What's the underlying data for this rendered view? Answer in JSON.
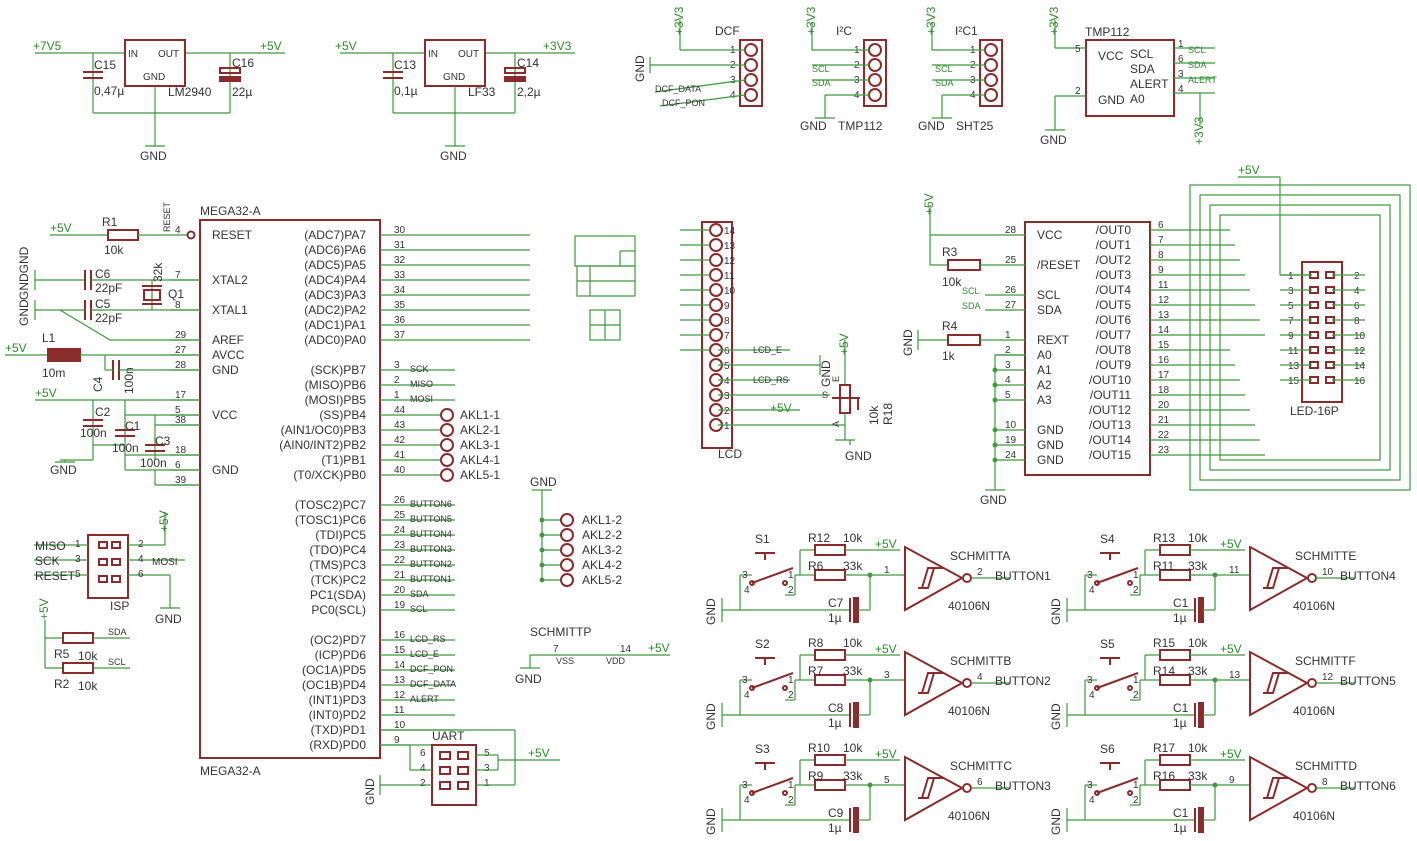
{
  "supply": {
    "p7v5": "+7V5",
    "p5v": "+5V",
    "p3v3": "+3V3",
    "gnd": "GND"
  },
  "regulators": [
    {
      "name": "LM2940",
      "in": "IN",
      "out": "OUT",
      "gnd": "GND",
      "cin": "C15",
      "cin_val": "0,47µ",
      "cout": "C16",
      "cout_val": "22µ"
    },
    {
      "name": "LF33",
      "in": "IN",
      "out": "OUT",
      "gnd": "GND",
      "cin": "C13",
      "cin_val": "0,1µ",
      "cout": "C14",
      "cout_val": "2,2µ"
    }
  ],
  "connectors": {
    "dcf": {
      "title": "DCF",
      "pins": [
        "1",
        "2",
        "3",
        "4"
      ],
      "sig1": "DCF_DATA",
      "sig2": "DCF_PON"
    },
    "i2c": {
      "title": "I²C",
      "label": "TMP112",
      "pins": [
        "1",
        "2",
        "3",
        "4"
      ],
      "scl": "SCL",
      "sda": "SDA"
    },
    "i2c1": {
      "title": "I²C1",
      "label": "SHT25",
      "pins": [
        "1",
        "2",
        "3",
        "4"
      ],
      "scl": "SCL",
      "sda": "SDA"
    }
  },
  "tmp112": {
    "title": "TMP112",
    "pins_left": [
      {
        "num": "5",
        "name": "VCC"
      },
      {
        "num": "2",
        "name": "GND"
      }
    ],
    "pins_right": [
      {
        "num": "1",
        "name": "SCL",
        "net": "SCL"
      },
      {
        "num": "6",
        "name": "SDA",
        "net": "SDA"
      },
      {
        "num": "3",
        "name": "ALERT",
        "net": "ALERT"
      },
      {
        "num": "4",
        "name": "A0",
        "net": ""
      }
    ]
  },
  "mcu": {
    "title": "MEGA32-A",
    "left_pins": [
      {
        "num": "4",
        "name": "RESET"
      },
      {
        "num": "7",
        "name": "XTAL2"
      },
      {
        "num": "8",
        "name": "XTAL1"
      },
      {
        "num": "29",
        "name": "AREF"
      },
      {
        "num": "27",
        "name": "AVCC"
      },
      {
        "num": "28",
        "name": "GND"
      },
      {
        "num": "17",
        "name": ""
      },
      {
        "num": "5",
        "name": "VCC"
      },
      {
        "num": "38",
        "name": ""
      },
      {
        "num": "18",
        "name": ""
      },
      {
        "num": "6",
        "name": "GND"
      },
      {
        "num": "39",
        "name": ""
      }
    ],
    "right_pins": [
      {
        "num": "30",
        "name": "(ADC7)PA7",
        "net": ""
      },
      {
        "num": "31",
        "name": "(ADC6)PA6",
        "net": ""
      },
      {
        "num": "32",
        "name": "(ADC5)PA5",
        "net": ""
      },
      {
        "num": "33",
        "name": "(ADC4)PA4",
        "net": ""
      },
      {
        "num": "34",
        "name": "(ADC3)PA3",
        "net": ""
      },
      {
        "num": "35",
        "name": "(ADC2)PA2",
        "net": ""
      },
      {
        "num": "36",
        "name": "(ADC1)PA1",
        "net": ""
      },
      {
        "num": "37",
        "name": "(ADC0)PA0",
        "net": ""
      },
      {
        "num": "3",
        "name": "(SCK)PB7",
        "net": "SCK"
      },
      {
        "num": "2",
        "name": "(MISO)PB6",
        "net": "MISO"
      },
      {
        "num": "1",
        "name": "(MOSI)PB5",
        "net": "MOSI"
      },
      {
        "num": "44",
        "name": "(SS)PB4",
        "net": ""
      },
      {
        "num": "43",
        "name": "(AIN1/OC0)PB3",
        "net": ""
      },
      {
        "num": "42",
        "name": "(AIN0/INT2)PB2",
        "net": ""
      },
      {
        "num": "41",
        "name": "(T1)PB1",
        "net": ""
      },
      {
        "num": "40",
        "name": "(T0/XCK)PB0",
        "net": ""
      },
      {
        "num": "26",
        "name": "(TOSC2)PC7",
        "net": "BUTTON6"
      },
      {
        "num": "25",
        "name": "(TOSC1)PC6",
        "net": "BUTTON5"
      },
      {
        "num": "24",
        "name": "(TDI)PC5",
        "net": "BUTTON4"
      },
      {
        "num": "23",
        "name": "(TDO)PC4",
        "net": "BUTTON3"
      },
      {
        "num": "22",
        "name": "(TMS)PC3",
        "net": "BUTTON2"
      },
      {
        "num": "21",
        "name": "(TCK)PC2",
        "net": "BUTTON1"
      },
      {
        "num": "20",
        "name": "PC1(SDA)",
        "net": "SDA"
      },
      {
        "num": "19",
        "name": "PC0(SCL)",
        "net": "SCL"
      },
      {
        "num": "16",
        "name": "(OC2)PD7",
        "net": "LCD_RS"
      },
      {
        "num": "15",
        "name": "(ICP)PD6",
        "net": "LCD_E"
      },
      {
        "num": "14",
        "name": "(OC1A)PD5",
        "net": "DCF_PON"
      },
      {
        "num": "13",
        "name": "(OC1B)PD4",
        "net": "DCF_DATA"
      },
      {
        "num": "12",
        "name": "(INT1)PD3",
        "net": "ALERT"
      },
      {
        "num": "11",
        "name": "(INT0)PD2",
        "net": ""
      },
      {
        "num": "10",
        "name": "(TXD)PD1",
        "net": ""
      },
      {
        "num": "9",
        "name": "(RXD)PD0",
        "net": ""
      }
    ]
  },
  "mcu_parts": {
    "r1": "R1",
    "r1_val": "10k",
    "reset": "RESET",
    "c6": "C6",
    "c6_val": "22pF",
    "c5": "C5",
    "c5_val": "22pF",
    "q1": "Q1",
    "q1_val": "32k",
    "gndgnd": "GNDGND",
    "l1": "L1",
    "l1_val": "10m",
    "c4": "C4",
    "c4_val": "100n",
    "c2": "C2",
    "c2_val": "100n",
    "c1": "C1",
    "c1_val": "100n",
    "c3": "C3",
    "c3_val": "100n"
  },
  "akl1": [
    "AKL1-1",
    "AKL2-1",
    "AKL3-1",
    "AKL4-1",
    "AKL5-1"
  ],
  "akl2": [
    "AKL1-2",
    "AKL2-2",
    "AKL3-2",
    "AKL4-2",
    "AKL5-2"
  ],
  "isp": {
    "title": "ISP",
    "miso": "MISO",
    "sck": "SCK",
    "reset": "RESET",
    "mosi": "MOSI",
    "pins": [
      "1",
      "2",
      "3",
      "4",
      "5",
      "6"
    ]
  },
  "pullups": {
    "r5": "R5",
    "r5_val": "10k",
    "r2": "R2",
    "r2_val": "10k",
    "sda": "SDA",
    "scl": "SCL"
  },
  "schmittp": {
    "title": "SCHMITTP",
    "vss_pin": "7",
    "vss": "VSS",
    "vdd_pin": "14",
    "vdd": "VDD"
  },
  "uart": {
    "title": "UART",
    "pins": [
      "6",
      "5",
      "4",
      "3",
      "2",
      "1"
    ]
  },
  "lcd": {
    "title": "LCD",
    "pins": [
      "14",
      "13",
      "12",
      "11",
      "10",
      "9",
      "8",
      "7",
      "6",
      "5",
      "4",
      "3",
      "2",
      "1"
    ],
    "lcd_e": "LCD_E",
    "lcd_rs": "LCD_RS",
    "r18": "R18",
    "r18_val": "10k",
    "a": "A",
    "e": "E",
    "s": "S"
  },
  "driver": {
    "left_pins": [
      {
        "num": "28",
        "name": "VCC"
      },
      {
        "num": "25",
        "name": "/RESET"
      },
      {
        "num": "26",
        "name": "SCL"
      },
      {
        "num": "27",
        "name": "SDA"
      },
      {
        "num": "1",
        "name": "REXT"
      },
      {
        "num": "2",
        "name": "A0"
      },
      {
        "num": "3",
        "name": "A1"
      },
      {
        "num": "4",
        "name": "A2"
      },
      {
        "num": "5",
        "name": "A3"
      },
      {
        "num": "10",
        "name": "GND"
      },
      {
        "num": "19",
        "name": "GND"
      },
      {
        "num": "24",
        "name": "GND"
      }
    ],
    "right_pins": [
      {
        "num": "6",
        "name": "/OUT0"
      },
      {
        "num": "7",
        "name": "/OUT1"
      },
      {
        "num": "8",
        "name": "/OUT2"
      },
      {
        "num": "9",
        "name": "/OUT3"
      },
      {
        "num": "11",
        "name": "/OUT4"
      },
      {
        "num": "12",
        "name": "/OUT5"
      },
      {
        "num": "13",
        "name": "/OUT6"
      },
      {
        "num": "14",
        "name": "/OUT7"
      },
      {
        "num": "15",
        "name": "/OUT8"
      },
      {
        "num": "16",
        "name": "/OUT9"
      },
      {
        "num": "17",
        "name": "/OUT10"
      },
      {
        "num": "18",
        "name": "/OUT11"
      },
      {
        "num": "20",
        "name": "/OUT12"
      },
      {
        "num": "21",
        "name": "/OUT13"
      },
      {
        "num": "22",
        "name": "/OUT14"
      },
      {
        "num": "23",
        "name": "/OUT15"
      }
    ],
    "r3": "R3",
    "r3_val": "10k",
    "r4": "R4",
    "r4_val": "1k",
    "scl": "SCL",
    "sda": "SDA"
  },
  "led": {
    "title": "LED-16P",
    "pins_left": [
      "1",
      "3",
      "5",
      "7",
      "9",
      "11",
      "13",
      "15"
    ],
    "pins_right": [
      "2",
      "4",
      "6",
      "8",
      "10",
      "12",
      "14",
      "16"
    ]
  },
  "buttons": [
    {
      "s": "S1",
      "ra": "R12",
      "ra_val": "10k",
      "rb": "R6",
      "rb_val": "33k",
      "c": "C7",
      "c_val": "1µ",
      "gate": "SCHMITTA",
      "ic": "40106N",
      "in_pin": "1",
      "out_pin": "2",
      "out": "BUTTON1"
    },
    {
      "s": "S4",
      "ra": "R13",
      "ra_val": "10k",
      "rb": "R11",
      "rb_val": "33k",
      "c": "C1",
      "c_val": "1µ",
      "gate": "SCHMITTE",
      "ic": "40106N",
      "in_pin": "11",
      "out_pin": "10",
      "out": "BUTTON4"
    },
    {
      "s": "S2",
      "ra": "R8",
      "ra_val": "10k",
      "rb": "R7",
      "rb_val": "33k",
      "c": "C8",
      "c_val": "1µ",
      "gate": "SCHMITTB",
      "ic": "40106N",
      "in_pin": "3",
      "out_pin": "4",
      "out": "BUTTON2"
    },
    {
      "s": "S5",
      "ra": "R15",
      "ra_val": "10k",
      "rb": "R14",
      "rb_val": "33k",
      "c": "C1",
      "c_val": "1µ",
      "gate": "SCHMITTF",
      "ic": "40106N",
      "in_pin": "13",
      "out_pin": "12",
      "out": "BUTTON5"
    },
    {
      "s": "S3",
      "ra": "R10",
      "ra_val": "10k",
      "rb": "R9",
      "rb_val": "33k",
      "c": "C9",
      "c_val": "1µ",
      "gate": "SCHMITTC",
      "ic": "40106N",
      "in_pin": "5",
      "out_pin": "6",
      "out": "BUTTON3"
    },
    {
      "s": "S6",
      "ra": "R17",
      "ra_val": "10k",
      "rb": "R16",
      "rb_val": "33k",
      "c": "C1",
      "c_val": "1µ",
      "gate": "SCHMITTD",
      "ic": "40106N",
      "in_pin": "9",
      "out_pin": "8",
      "out": "BUTTON6"
    }
  ]
}
